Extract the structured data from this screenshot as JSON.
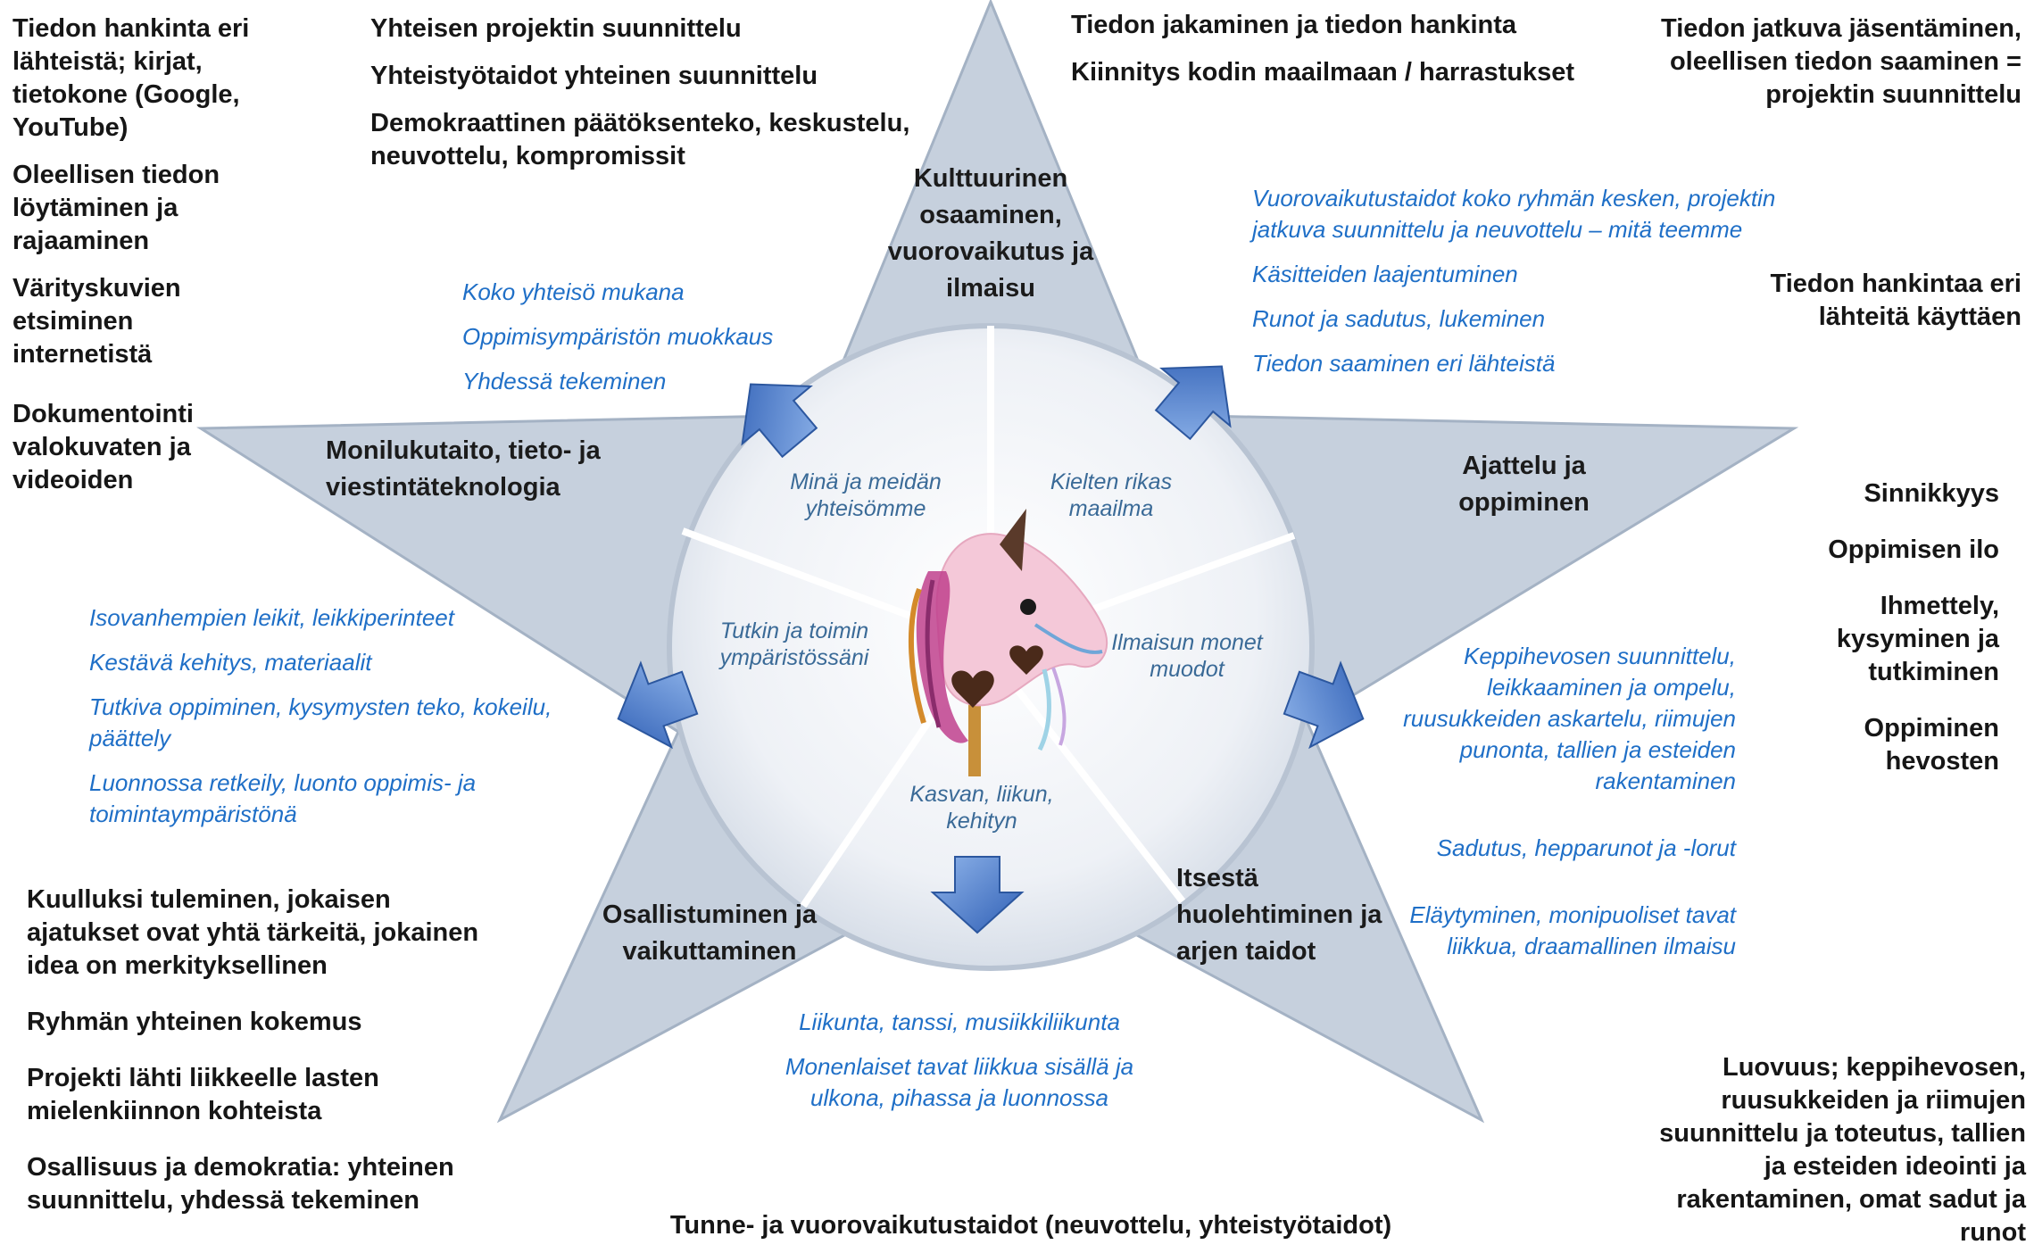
{
  "center_image": "hobby-horse",
  "star_arms": {
    "top": "Kulttuurinen osaaminen, vuorovaikutus ja ilmaisu",
    "left": "Monilukutaito, tieto- ja viestintäteknologia",
    "right": "Ajattelu ja oppiminen",
    "bottom_left": "Osallistuminen ja vaikuttaminen",
    "bottom_right": "Itsestä huolehtiminen ja arjen taidot"
  },
  "circle_segments": {
    "top_left": "Minä ja meidän yhteisömme",
    "top_right": "Kielten rikas maailma",
    "left": "Tutkin ja toimin ympäristössäni",
    "right": "Ilmaisun monet muodot",
    "bottom": "Kasvan, liikun, kehityn"
  },
  "notes": {
    "top_left_corner": [
      "Tiedon hankinta eri lähteistä; kirjat, tietokone (Google, YouTube)",
      "Oleellisen tiedon löytäminen ja rajaaminen",
      "Värityskuvien etsiminen internetistä",
      "Dokumentointi valokuvaten ja videoiden"
    ],
    "top_center_left": [
      "Yhteisen projektin suunnittelu",
      "Yhteistyötaidot yhteinen suunnittelu",
      "Demokraattinen päätöksenteko, keskustelu, neuvottelu, kompromissit"
    ],
    "top_center_right": [
      "Tiedon jakaminen ja tiedon hankinta",
      "Kiinnitys kodin maailmaan / harrastukset"
    ],
    "top_right_corner": [
      "Tiedon jatkuva jäsentäminen, oleellisen tiedon saaminen = projektin suunnittelu"
    ],
    "right_upper": [
      "Tiedon hankintaa eri lähteitä käyttäen"
    ],
    "right_middle": [
      "Sinnikkyys",
      "Oppimisen ilo",
      "Ihmettely, kysyminen ja tutkiminen",
      "Oppiminen hevosten"
    ],
    "bottom_right_corner": [
      "Luovuus; keppihevosen, ruusukkeiden ja riimujen suunnittelu ja toteutus, tallien ja esteiden ideointi ja rakentaminen, omat sadut ja runot"
    ],
    "bottom_left_corner": [
      "Kuulluksi tuleminen, jokaisen ajatukset ovat yhtä tärkeitä, jokainen idea on merkityksellinen",
      "Ryhmän yhteinen kokemus",
      "Projekti lähti liikkeelle lasten mielenkiinnon kohteista",
      "Osallisuus ja demokratia: yhteinen suunnittelu, yhdessä tekeminen"
    ],
    "bottom_center": [
      "Tunne- ja vuorovaikutustaidot (neuvottelu, yhteistyötaidot)"
    ]
  },
  "activities": {
    "upper_left": [
      "Koko yhteisö mukana",
      "Oppimisympäristön muokkaus",
      "Yhdessä tekeminen"
    ],
    "upper_right": [
      "Vuorovaikutustaidot koko ryhmän kesken, projektin jatkuva suunnittelu ja neuvottelu – mitä teemme",
      "Käsitteiden laajentuminen",
      "Runot ja sadutus, lukeminen",
      "Tiedon saaminen eri lähteistä"
    ],
    "left": [
      "Isovanhempien leikit, leikkiperinteet",
      "Kestävä kehitys, materiaalit",
      "Tutkiva oppiminen, kysymysten teko, kokeilu, päättely",
      "Luonnossa retkeily, luonto oppimis- ja toimintaympäristönä"
    ],
    "right": [
      "Keppihevosen suunnittelu, leikkaaminen ja ompelu, ruusukkeiden askartelu, riimujen punonta, tallien ja esteiden rakentaminen",
      "Sadutus, hepparunot ja -lorut",
      "Eläytyminen, monipuoliset tavat liikkua, draamallinen ilmaisu"
    ],
    "bottom": [
      "Liikunta, tanssi, musiikkiliikunta",
      "Monenlaiset tavat liikkua sisällä ja ulkona, pihassa ja luonnossa"
    ]
  },
  "colors": {
    "star_fill": "#c6d0dd",
    "circle_fill": "#eef1f6",
    "arrow": "#3b6cc0",
    "dark_text": "#161616",
    "blue_text": "#1f6fc7",
    "segment_text": "#3a6a97"
  }
}
